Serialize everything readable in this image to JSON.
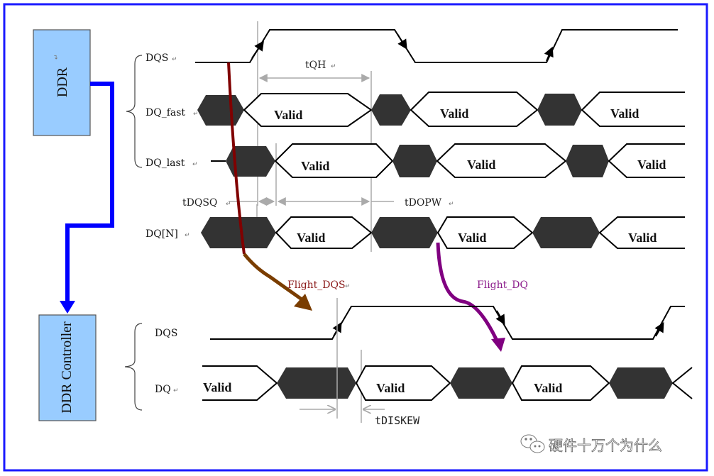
{
  "title": "DDR read timing: DQS / DQ skew and flight time",
  "colors": {
    "frame": "#1a1aff",
    "box_fill": "#99ccff",
    "box_stroke": "#555555",
    "bus_arrow": "#0000ff",
    "invalid_fill": "#333333",
    "guide": "#aaaaaa",
    "flight_dqs_arrow_top": "#800000",
    "flight_dqs_arrow_bottom": "#7a3d00",
    "flight_dqs_text": "#8b1a1a",
    "flight_dq": "#800080"
  },
  "blocks": {
    "ddr": {
      "label": "DDR"
    },
    "controller": {
      "label": "DDR Controller"
    }
  },
  "signals": {
    "dqs_top": "DQS",
    "dq_fast": "DQ_fast",
    "dq_last": "DQ_last",
    "dq_n": "DQ[N]",
    "dqs_bottom": "DQS",
    "dq_bottom": "DQ"
  },
  "valid_label": "Valid",
  "timing_labels": {
    "tqh": "tQH",
    "tdqsq": "tDQSQ",
    "tdopw": "tDOPW",
    "tdiskew": "tDISKEW"
  },
  "flight_labels": {
    "dqs": "Flight_DQS",
    "dq": "Flight_DQ"
  },
  "watermark": {
    "icon": "wechat-icon",
    "text": "硬件十万个为什么"
  }
}
